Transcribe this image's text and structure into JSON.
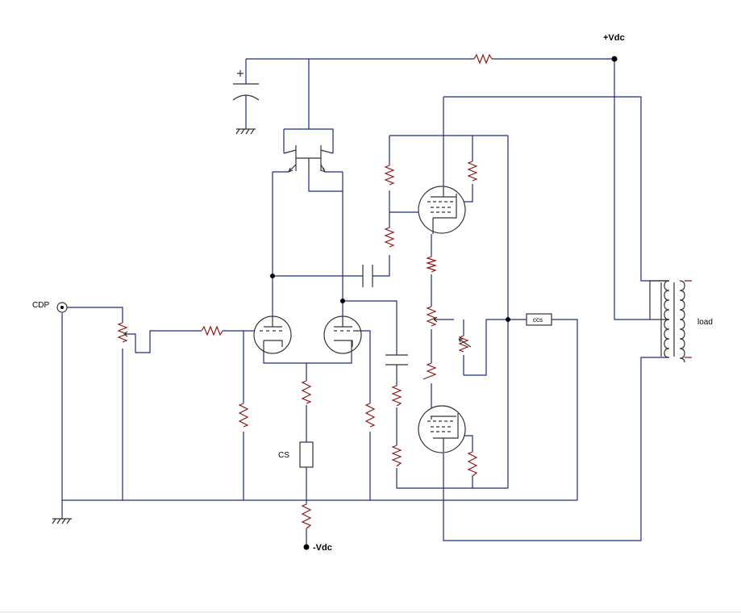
{
  "labels": {
    "vplus": "+Vdc",
    "vminus": "-Vdc",
    "cdp": "CDP",
    "cs": "CS",
    "ccs": "ccs",
    "load": "load"
  }
}
